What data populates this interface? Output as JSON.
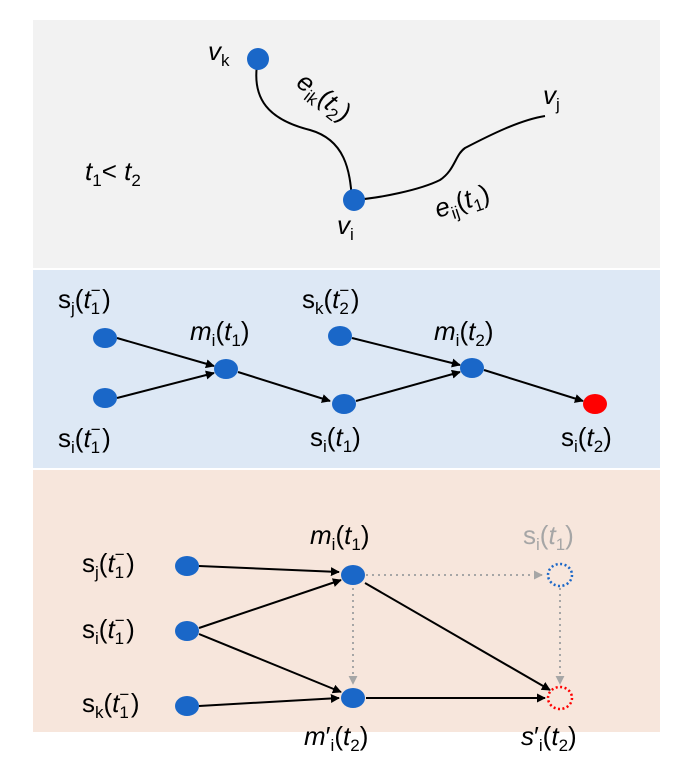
{
  "colors": {
    "panel_top": "#f2f2f2",
    "panel_middle": "#dde8f5",
    "panel_bottom": "#f7e6dc",
    "node": "#1a67c8",
    "node_highlight": "#ff0000",
    "edge": "#000000",
    "faded": "#a6a6a6"
  },
  "panel_top": {
    "time_order": {
      "a": "t",
      "a_sub": "1",
      "op": "< ",
      "b": "t",
      "b_sub": "2"
    },
    "vk": {
      "base": "v",
      "sub": "k"
    },
    "vj": {
      "base": "v",
      "sub": "j"
    },
    "vi": {
      "base": "v",
      "sub": "i"
    },
    "e_ik": {
      "base": "e",
      "sub": "ik",
      "open": "(",
      "t": "t",
      "t_sub": "2",
      "close": ")"
    },
    "e_ij": {
      "base": "e",
      "sub": "ij",
      "open": "(",
      "t": "t",
      "t_sub": "1",
      "close": ")"
    }
  },
  "panel_middle": {
    "sj_tm": {
      "base": "s",
      "sub": "j",
      "open": "(",
      "t": "t",
      "t_sub": "1",
      "t_sup": "−",
      "close": ")"
    },
    "si_tm": {
      "base": "s",
      "sub": "i",
      "open": "(",
      "t": "t",
      "t_sub": "1",
      "t_sup": "−",
      "close": ")"
    },
    "sk_tm": {
      "base": "s",
      "sub": "k",
      "open": "(",
      "t": "t",
      "t_sub": "2",
      "t_sup": "−",
      "close": ")"
    },
    "mi_t1": {
      "base": "m",
      "sub": "i",
      "open": "(",
      "t": "t",
      "t_sub": "1",
      "close": ")"
    },
    "mi_t2": {
      "base": "m",
      "sub": "i",
      "open": "(",
      "t": "t",
      "t_sub": "2",
      "close": ")"
    },
    "si_t1": {
      "base": "s",
      "sub": "i",
      "open": "(",
      "t": "t",
      "t_sub": "1",
      "close": ")"
    },
    "si_t2": {
      "base": "s",
      "sub": "i",
      "open": "(",
      "t": "t",
      "t_sub": "2",
      "close": ")"
    }
  },
  "panel_bottom": {
    "sj_tm": {
      "base": "s",
      "sub": "j",
      "open": "(",
      "t": "t",
      "t_sub": "1",
      "t_sup": "−",
      "close": ")"
    },
    "si_tm": {
      "base": "s",
      "sub": "i",
      "open": "(",
      "t": "t",
      "t_sub": "1",
      "t_sup": "−",
      "close": ")"
    },
    "sk_tm": {
      "base": "s",
      "sub": "k",
      "open": "(",
      "t": "t",
      "t_sub": "1",
      "t_sup": "−",
      "close": ")"
    },
    "mi_t1": {
      "base": "m",
      "sub": "i",
      "open": "(",
      "t": "t",
      "t_sub": "1",
      "close": ")"
    },
    "si_t1_faded": {
      "base": "s",
      "sub": "i",
      "open": "(",
      "t": "t",
      "t_sub": "1",
      "close": ")"
    },
    "mpi_t2": {
      "base": "m",
      "prime": "′",
      "sub": "i",
      "open": "(",
      "t": "t",
      "t_sub": "2",
      "close": ")"
    },
    "spi_t2": {
      "base": "s",
      "prime": "′",
      "sub": "i",
      "open": "(",
      "t": "t",
      "t_sub": "2",
      "close": ")"
    }
  }
}
